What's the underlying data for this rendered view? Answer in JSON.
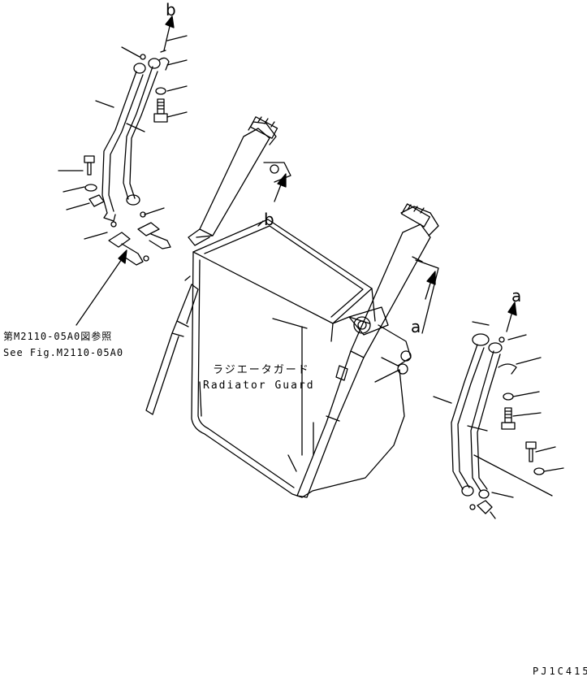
{
  "callouts": {
    "b_top": "b",
    "b_tank": "b",
    "a_right": "a",
    "a_frame": "a"
  },
  "reference": {
    "jp": "第M2110-05A0図参照",
    "en": "See Fig.M2110-05A0"
  },
  "radiator_guard": {
    "jp": "ラジエータガード",
    "en": "Radiator Guard"
  },
  "drawing_code": "PJ1C415",
  "colors": {
    "line": "#000000",
    "background": "#ffffff"
  }
}
